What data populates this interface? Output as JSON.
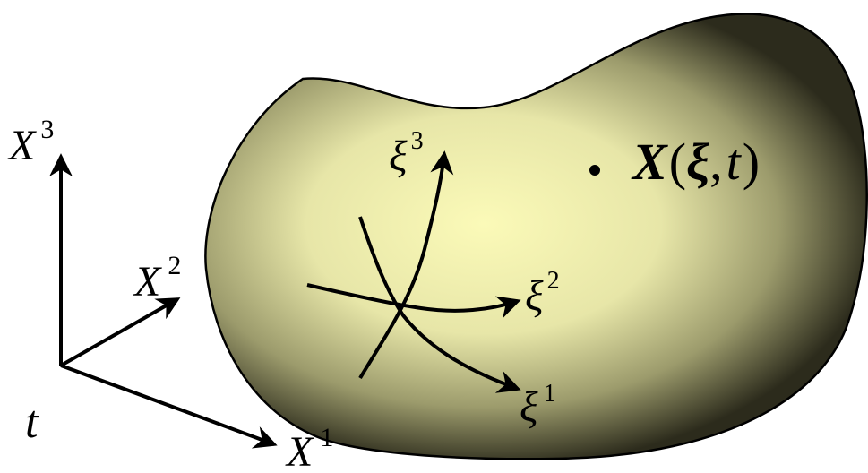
{
  "labels": {
    "x3": {
      "base": "X",
      "sup": "3"
    },
    "x2": {
      "base": "X",
      "sup": "2"
    },
    "x1": {
      "base": "X",
      "sup": "1"
    },
    "t": "t",
    "xi3": {
      "base": "ξ",
      "sup": "3"
    },
    "xi2": {
      "base": "ξ",
      "sup": "2"
    },
    "xi1": {
      "base": "ξ",
      "sup": "1"
    },
    "point": {
      "dot": "•",
      "X": "X",
      "lparen": "(",
      "xi": "ξ",
      "comma": ",",
      "t": "t",
      "rparen": ")"
    }
  },
  "colors": {
    "body_center": "#fbfab8",
    "body_mid": "#d6d59a",
    "body_edge": "#2c2b1c",
    "stroke": "#000000"
  }
}
